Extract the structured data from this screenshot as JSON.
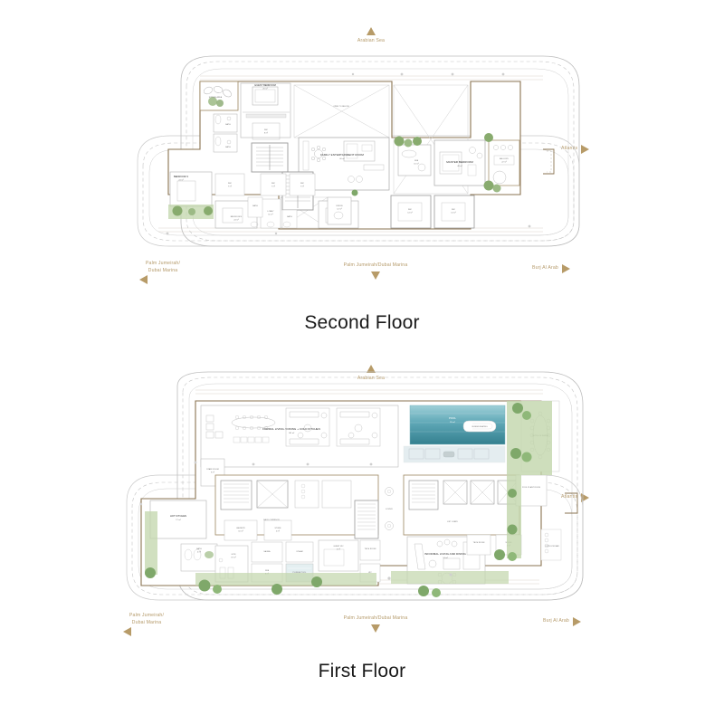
{
  "document": {
    "type": "architectural-floor-plans",
    "sheet_count": 2
  },
  "palette": {
    "wall_outline": "#8a7350",
    "wall_fill": "#ffffff",
    "thin_line": "#9aa0a6",
    "gold_text": "#b59a6a",
    "marker": "#b79b68",
    "pool_water": "#3e8fa0",
    "pool_water_light": "#7fc2cd",
    "landscape_green": "#b9d3a0",
    "tree_green": "#7fa86a",
    "paving": "#d9d3c6",
    "title_text": "#1a1a1a",
    "room_label": "#2b2b2b",
    "terrace_tan": "#c9b896"
  },
  "floors": [
    {
      "id": "second",
      "title": "Second Floor",
      "orientation": {
        "north": {
          "label": "Arabian Sea",
          "marker": "triangle-up"
        },
        "east": {
          "label": "Atlantis",
          "marker": "triangle-right"
        },
        "west": {
          "label": "Palm Jumeirah/\nDubai Marina",
          "label_line1": "Palm Jumeirah/",
          "label_line2": "Dubai Marina",
          "marker": "triangle-left"
        },
        "south": {
          "label": "Palm Jumeirah/Dubai Marina",
          "marker": "triangle-down"
        },
        "southeast": {
          "label": "Burj Al Arab",
          "marker": "triangle-right"
        }
      },
      "rooms": [
        {
          "name": "SITTING AREA",
          "area": "14 m²"
        },
        {
          "name": "GUEST BEDROOM",
          "area": "26 m²"
        },
        {
          "name": "WIC",
          "area": "8 m²"
        },
        {
          "name": "BATH",
          "area": "6 m²"
        },
        {
          "name": "BATH",
          "area": "6 m²"
        },
        {
          "name": "BEDROOM 3",
          "area": "24 m²"
        },
        {
          "name": "WIC",
          "area": "7 m²"
        },
        {
          "name": "BEDROOM 4",
          "area": "24 m²"
        },
        {
          "name": "WIC",
          "area": "7 m²"
        },
        {
          "name": "LOBBY",
          "area": "11 m²"
        },
        {
          "name": "WIC",
          "area": "7 m²"
        },
        {
          "name": "BEDROOM 5",
          "area": "24 m²"
        },
        {
          "name": "BATH",
          "area": "6 m²"
        },
        {
          "name": "BATH",
          "area": "6 m²"
        },
        {
          "name": "OFFICE",
          "area": "12 m²"
        },
        {
          "name": "FAMILY ENTERTAINMENT ROOM",
          "area": "66 m²"
        },
        {
          "name": "OPEN TO BELOW",
          "area": ""
        },
        {
          "name": "OPEN TO BELOW",
          "area": ""
        },
        {
          "name": "MASTER BEDROOM",
          "area": "48 m²"
        },
        {
          "name": "SPA",
          "area": "10 m²"
        },
        {
          "name": "BALCONY",
          "area": "22 m²"
        },
        {
          "name": "WIC",
          "area": "14 m²"
        },
        {
          "name": "WIC",
          "area": "14 m²"
        }
      ]
    },
    {
      "id": "first",
      "title": "First Floor",
      "orientation": {
        "north": {
          "label": "Arabian Sea",
          "marker": "triangle-up"
        },
        "east": {
          "label": "Atlantis",
          "marker": "triangle-right"
        },
        "west": {
          "label": "Palm Jumeirah/\nDubai Marina",
          "label_line1": "Palm Jumeirah/",
          "label_line2": "Dubai Marina",
          "marker": "triangle-left"
        },
        "south": {
          "label": "Palm Jumeirah/Dubai Marina",
          "marker": "triangle-down"
        },
        "southeast": {
          "label": "Burj Al Arab",
          "marker": "triangle-right"
        }
      },
      "rooms": [
        {
          "name": "FORMAL LIVING / DINING + COLD KITCHEN",
          "area": "165 m²"
        },
        {
          "name": "POOL",
          "area": "95 m²"
        },
        {
          "name": "SUNKEN SEATING",
          "area": ""
        },
        {
          "name": "OUTDOOR DINING",
          "area": ""
        },
        {
          "name": "OUTDOOR BAR",
          "area": ""
        },
        {
          "name": "HOT KITCHEN",
          "area": "17 m²"
        },
        {
          "name": "STAFF ROOM",
          "area": "9 m²"
        },
        {
          "name": "BATH",
          "area": "4 m²"
        },
        {
          "name": "BACK CORRIDOR",
          "area": ""
        },
        {
          "name": "LAUNDRY",
          "area": "10 m²"
        },
        {
          "name": "STORE",
          "area": "5 m²"
        },
        {
          "name": "GYM",
          "area": "19 m²"
        },
        {
          "name": "SAUNA",
          "area": ""
        },
        {
          "name": "SPA",
          "area": "8 m²"
        },
        {
          "name": "STEAM",
          "area": ""
        },
        {
          "name": "PLUNGE POOL",
          "area": ""
        },
        {
          "name": "GUEST WC",
          "area": "4 m²"
        },
        {
          "name": "TECH ROOM",
          "area": ""
        },
        {
          "name": "WC",
          "area": ""
        },
        {
          "name": "FOYER",
          "area": ""
        },
        {
          "name": "LIFT LOBBY",
          "area": ""
        },
        {
          "name": "POOL PLANT ROOM",
          "area": ""
        },
        {
          "name": "INFORMAL LIVING AND DINING",
          "area": "54 m²"
        },
        {
          "name": "STORE",
          "area": "5 m²"
        },
        {
          "name": "TECH ROOM",
          "area": ""
        }
      ]
    }
  ]
}
